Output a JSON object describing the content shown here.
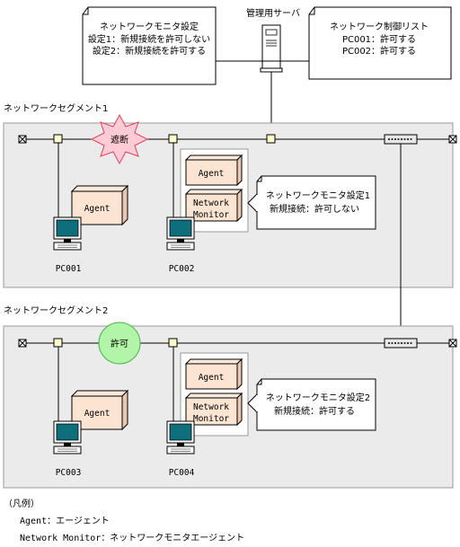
{
  "notes": {
    "monitor_settings": [
      "ネットワークモニタ設定",
      "設定1：新規接続を許可しない",
      "設定2：新規接続を許可する"
    ],
    "control_list": [
      "ネットワーク制御リスト",
      "PC001：許可する",
      "PC002：許可する"
    ],
    "segment1_setting": [
      "ネットワークモニタ設定1",
      "新規接続：許可しない"
    ],
    "segment2_setting": [
      "ネットワークモニタ設定2",
      "新規接続：許可する"
    ]
  },
  "server_label": "管理用サーバ",
  "segments": [
    "ネットワークセグメント1",
    "ネットワークセグメント2"
  ],
  "status": {
    "blocked": "遮断",
    "allowed": "許可"
  },
  "pcs": [
    "PC001",
    "PC002",
    "PC003",
    "PC004"
  ],
  "boxes": {
    "agent": "Agent",
    "monitor_line1": "Network",
    "monitor_line2": "Monitor"
  },
  "legend": {
    "title": "（凡例）",
    "items": [
      {
        "term": "Agent",
        "desc": "：エージェント"
      },
      {
        "term": "Network Monitor",
        "desc": "：ネットワークモニタエージェント"
      }
    ]
  },
  "colors": {
    "segment_bg": "#ebebeb",
    "node_fill": "#ffffcc",
    "agent_fill": "#fce4d2",
    "agent_side": "#e8c8b0",
    "blocked": "#ffccd5",
    "allowed": "#b2f5a8",
    "monitor_side": "#e8c8b0"
  }
}
